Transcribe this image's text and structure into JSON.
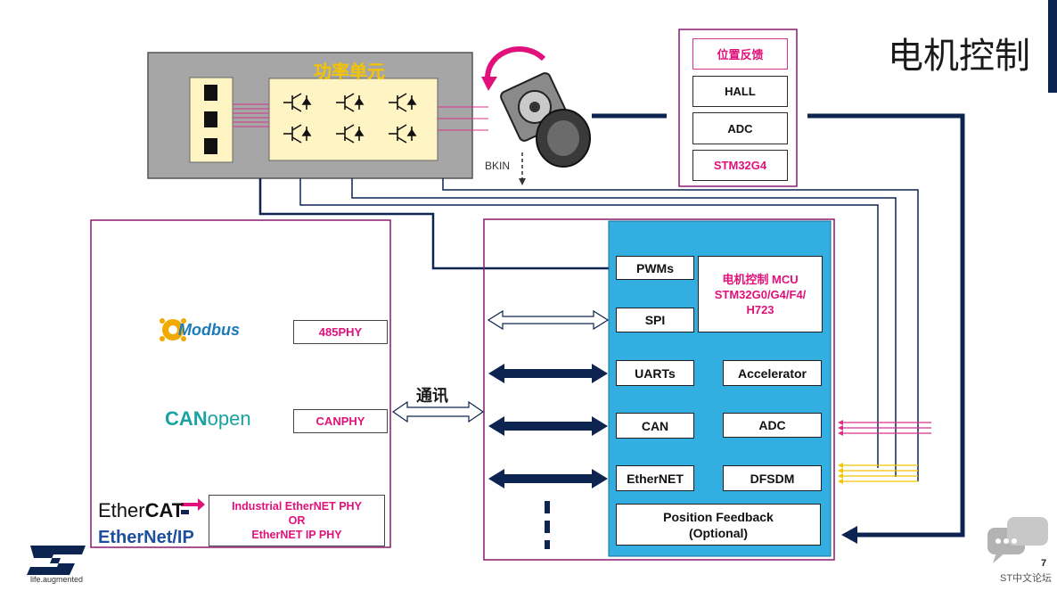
{
  "title": "电机控制",
  "power_unit": {
    "title": "功率单元",
    "bkin_label": "BKIN"
  },
  "feedback_panel": {
    "items": [
      "位置反馈",
      "HALL",
      "ADC",
      "STM32G4"
    ]
  },
  "comm_label": "通讯",
  "protocols": {
    "modbus": {
      "logo": "Modbus",
      "phy": "485PHY"
    },
    "canopen": {
      "logo_bold": "CAN",
      "logo_rest": "open",
      "phy": "CANPHY"
    },
    "ethernet": {
      "ethercat_logo_pre": "Ether",
      "ethercat_logo_bold": "CAT",
      "ethernetip_logo": "EtherNet/IP",
      "phy_line1": "Industrial EtherNET PHY",
      "phy_line2": "OR",
      "phy_line3": "EtherNET IP PHY"
    }
  },
  "mcu": {
    "name_line1": "电机控制 MCU",
    "name_line2": "STM32G0/G4/F4/",
    "name_line3": "H723",
    "pwms": "PWMs",
    "spi": "SPI",
    "uarts": "UARTs",
    "accelerator": "Accelerator",
    "can": "CAN",
    "adc": "ADC",
    "ethernet": "EtherNET",
    "dfsdm": "DFSDM",
    "position_feedback_line1": "Position Feedback",
    "position_feedback_line2": "(Optional)"
  },
  "footer": {
    "page_number": "7",
    "forum": "ST中文论坛",
    "st_tagline": "life.augmented"
  },
  "colors": {
    "navy": "#0d2451",
    "magenta": "#e0117a",
    "panel_border": "#8a1a6e",
    "mcu_blue": "#33aee0",
    "power_gray": "#a6a6a6",
    "power_yellow": "#fff4c4",
    "signal_yellow": "#f2c500"
  },
  "icons": [
    "motor-icon",
    "rotation-arrow-icon",
    "igbt-icon",
    "chat-bubble-icon",
    "st-logo-icon",
    "modbus-gear-icon"
  ]
}
